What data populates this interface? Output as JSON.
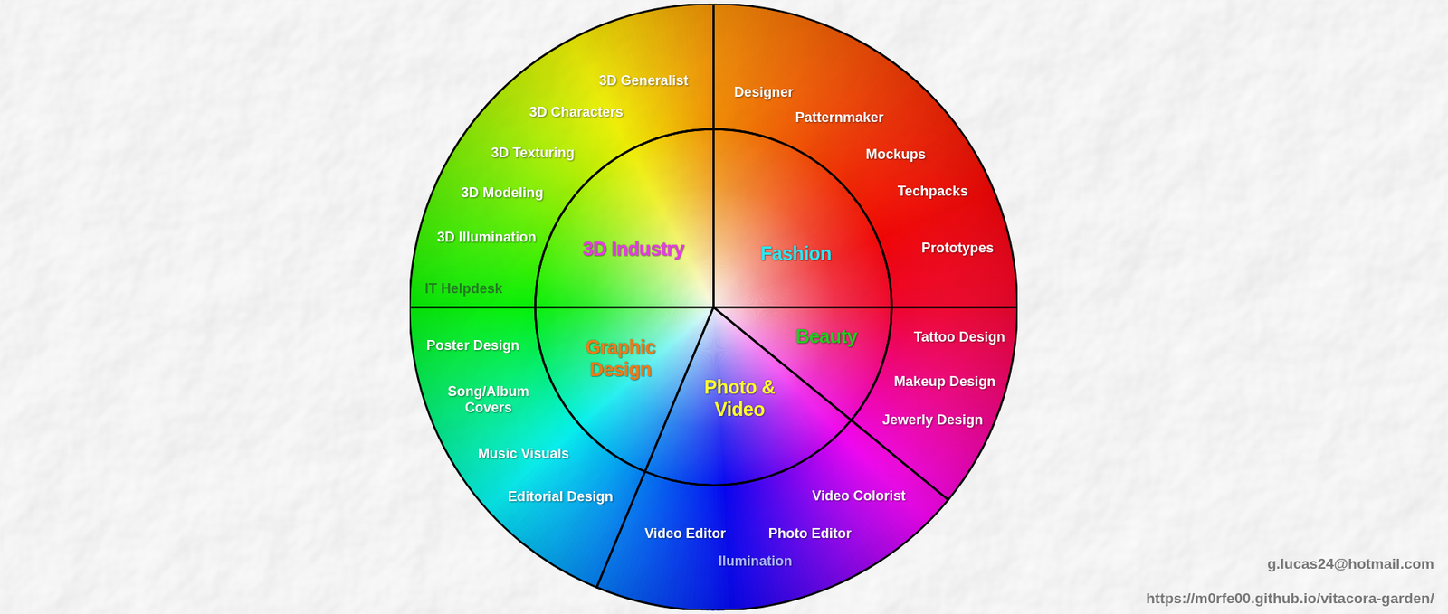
{
  "diagram": {
    "nodes": [
      {
        "text": [
          "3D Generalist",
          "3D Characters",
          "3D Texturing",
          "3D Modeling",
          "3D Illumination",
          "IT Helpdesk"
        ]
      },
      {
        "text": [
          "3D Industry"
        ]
      },
      {
        "text": [
          "Designer",
          "Patternmaker",
          "Mockups",
          "Techpacks",
          "Prototypes"
        ]
      },
      {
        "text": [
          "Fashion"
        ]
      },
      {
        "text": [
          "Graphic Design"
        ]
      },
      {
        "text": [
          "Poster Design",
          "Song/Album Covers",
          "Music Visuals",
          "Editorial Design"
        ]
      },
      {
        "text": [
          "Photo & Video"
        ]
      },
      {
        "text": [
          "Video Colorist",
          "Video Editor",
          "Photo Editor",
          "Ilumination"
        ]
      },
      {
        "text": [
          "Beauty"
        ]
      },
      {
        "text": [
          "Tattoo Design",
          "Makeup Design",
          "Jewerly Design"
        ]
      }
    ],
    "labels": [
      "g.lucas24@hotmail.com",
      "https://m0rfe00.github.io/vitacora-garden/"
    ]
  }
}
